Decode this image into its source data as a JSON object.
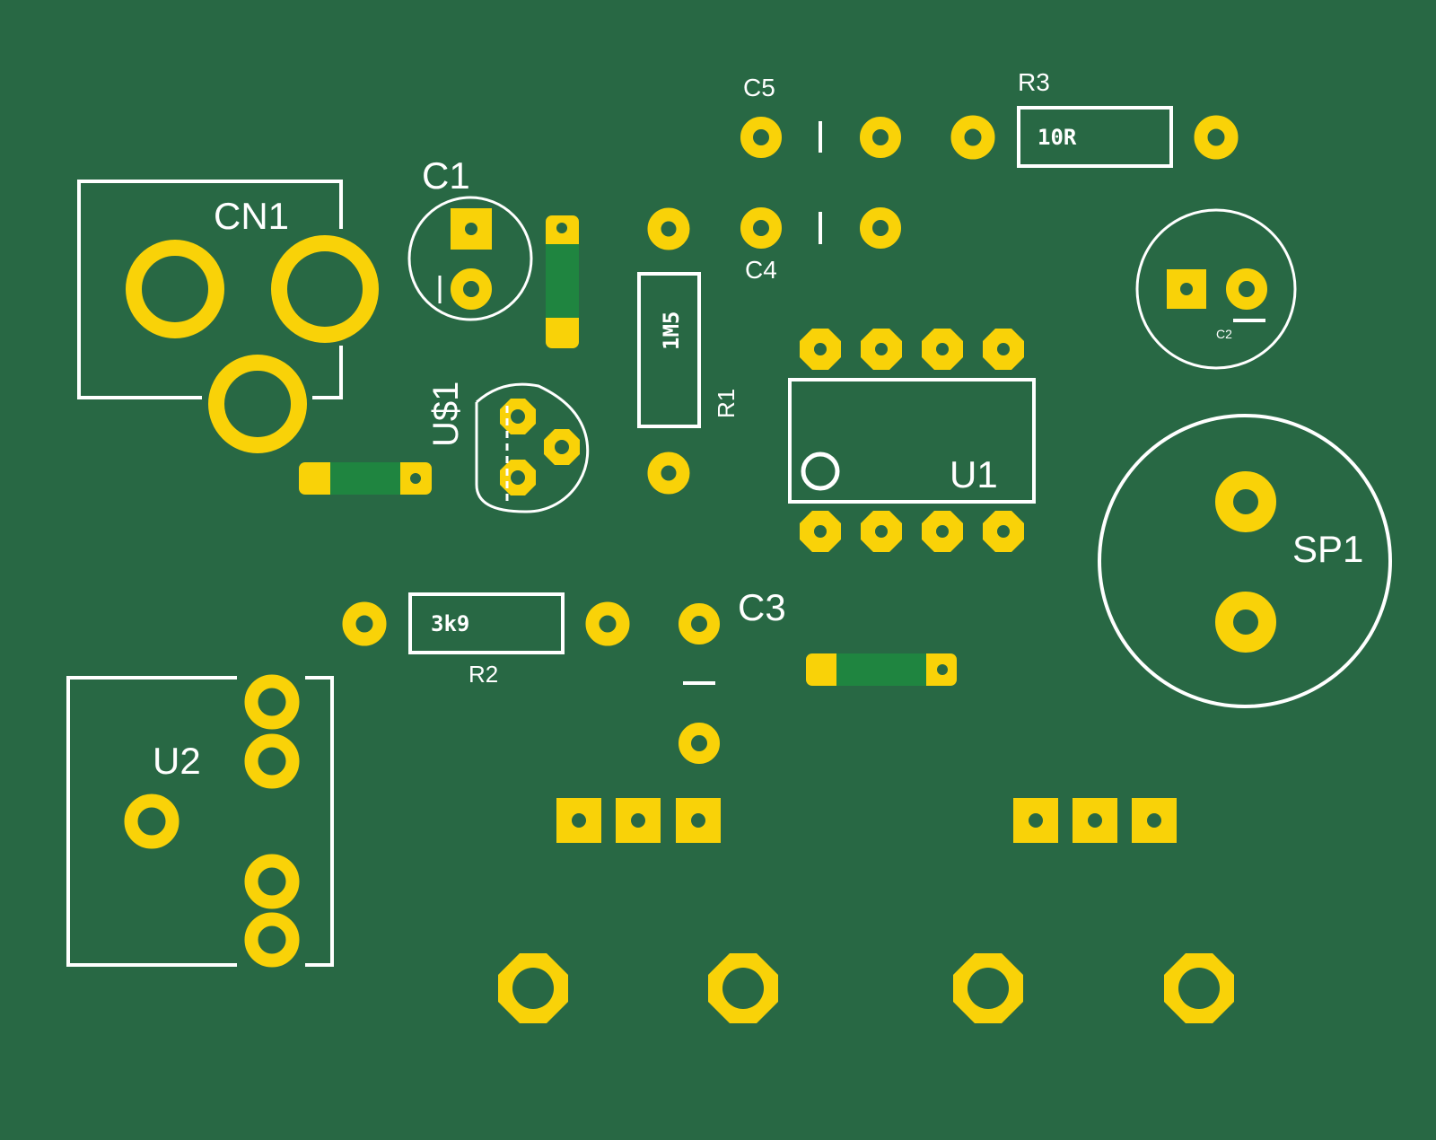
{
  "colors": {
    "board": "#286844",
    "copper": "#f9d208",
    "silkscreen": "#ffffff",
    "mask": "#1f8540"
  },
  "labels": {
    "cn1": "CN1",
    "c1": "C1",
    "c2": "C2",
    "c3": "C3",
    "c4": "C4",
    "c5": "C5",
    "r1": "R1",
    "r2": "R2",
    "r3": "R3",
    "u1": "U1",
    "u2": "U2",
    "us1": "U$1",
    "sp1": "SP1"
  },
  "values": {
    "r1": "1M5",
    "r2": "3k9",
    "r3": "10R"
  }
}
